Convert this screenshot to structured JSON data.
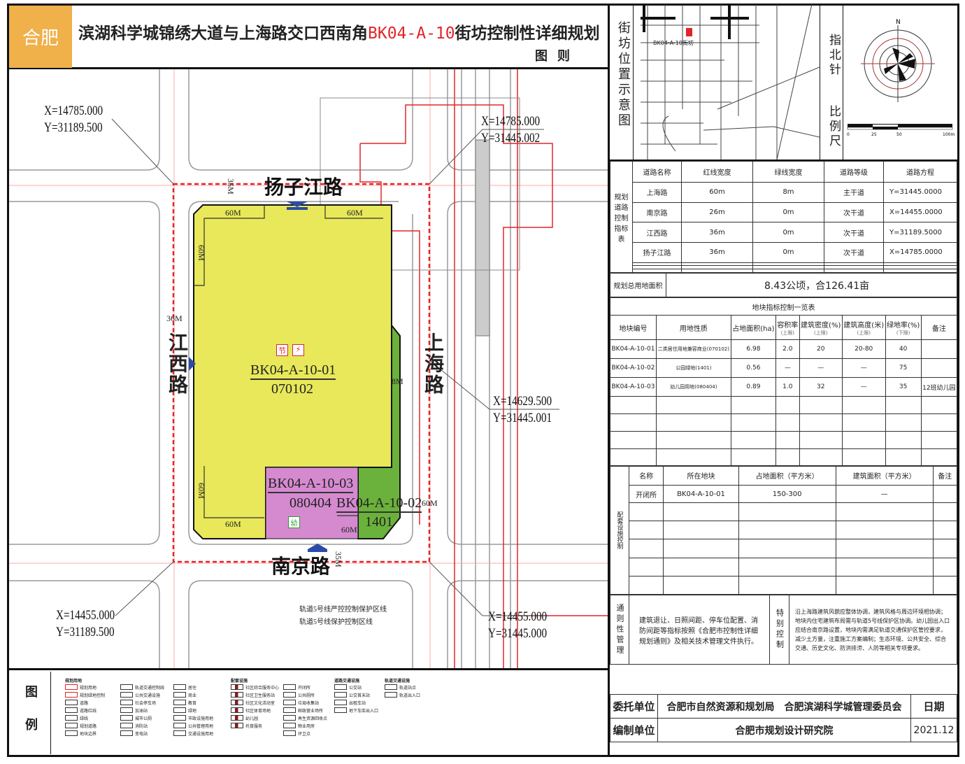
{
  "header": {
    "city": "合肥",
    "title_prefix": "滨湖科学城锦绣大道与上海路交口西南角",
    "title_code": "BK04-A-10",
    "title_suffix": "街坊控制性详细规划",
    "subtitle": "图则"
  },
  "map": {
    "roads": {
      "north": "扬子江路",
      "west": "江西路",
      "east": "上海路",
      "south": "南京路"
    },
    "coordinates": [
      {
        "x": "X=14785.000",
        "y": "Y=31189.500"
      },
      {
        "x": "X=14785.000",
        "y": "Y=31445.002"
      },
      {
        "x": "X=14629.500",
        "y": "Y=31445.001"
      },
      {
        "x": "X=14455.000",
        "y": "Y=31189.500"
      },
      {
        "x": "X=14455.000",
        "y": "Y=31445.000"
      }
    ],
    "plots": [
      {
        "code": "BK04-A-10-01",
        "landuse": "070102",
        "color": "#e8e85a"
      },
      {
        "code": "BK04-A-10-02",
        "landuse": "1401",
        "color": "#6ab23c"
      },
      {
        "code": "BK04-A-10-03",
        "landuse": "080404",
        "color": "#d58ad0"
      }
    ],
    "setbacks": {
      "a": "60M",
      "b": "60M",
      "c": "60M",
      "d": "60M",
      "e": "60M",
      "f": "60M",
      "g": "35M",
      "h": "36M",
      "i": "8M",
      "j": "60M",
      "k": "35M"
    },
    "plot_icons": {
      "a": "节",
      "b": "⚡",
      "c": "幼"
    },
    "rail_notes": [
      "轨道5号线严控控制保护区线",
      "轨道5号线保护控制区线"
    ],
    "colors": {
      "boundary": "#e0262a",
      "road_line": "#9a9a9a",
      "facility_blue": "#2c4aa8"
    }
  },
  "legend": {
    "title_1": "图",
    "title_2": "例",
    "groups": [
      {
        "head": "规划用地",
        "items": [
          "规划用地",
          "规划绿地控制",
          "道路",
          "道路红线",
          "绿线",
          "规划道路",
          "地块边界"
        ]
      },
      {
        "head": "",
        "items": [
          "轨道交通控制线",
          "公共交通设施",
          "社会停车场",
          "加油站",
          "城市公厕",
          "消防站",
          "变电站"
        ]
      },
      {
        "head": "",
        "items": [
          "居住",
          "商业",
          "教育",
          "绿地",
          "市政设施用地",
          "公共管理用地",
          "交通设施用地"
        ]
      },
      {
        "head": "配套设施",
        "items": [
          "社区综合服务中心",
          "社区卫生服务站",
          "社区文化活动室",
          "社区体育场地",
          "幼儿园",
          "托育服务"
        ]
      },
      {
        "head": "",
        "items": [
          "开闭所",
          "公共厕所",
          "垃圾收集站",
          "邮政营业场所",
          "再生资源回收点",
          "物业用房",
          "环卫点"
        ]
      },
      {
        "head": "道路交通设施",
        "items": [
          "公交站",
          "公交首末站",
          "出租车站",
          "地下车库出入口"
        ]
      },
      {
        "head": "轨道交通设施",
        "items": [
          "轨道站点",
          "轨道出入口"
        ]
      }
    ]
  },
  "location_map": {
    "label": "街坊位置示意图",
    "site_label": "BK04-A-10街坊"
  },
  "compass": {
    "label": "指北针",
    "north": "N"
  },
  "scale": {
    "label": "比例尺",
    "ticks": [
      "0",
      "25",
      "50",
      "100m"
    ]
  },
  "road_table": {
    "side_label": "规划道路控制指标表",
    "headers": [
      "道路名称",
      "红线宽度",
      "绿线宽度",
      "道路等级",
      "道路方程"
    ],
    "rows": [
      [
        "上海路",
        "60m",
        "8m",
        "主干道",
        "Y=31445.0000"
      ],
      [
        "南京路",
        "26m",
        "0m",
        "次干道",
        "X=14455.0000"
      ],
      [
        "江西路",
        "36m",
        "0m",
        "次干道",
        "Y=31189.5000"
      ],
      [
        "扬子江路",
        "36m",
        "0m",
        "次干道",
        "X=14785.0000"
      ]
    ]
  },
  "area": {
    "label": "规划总用地面积",
    "value": "8.43公顷，合126.41亩"
  },
  "block_table": {
    "title": "地块指标控制一览表",
    "headers": [
      [
        "地块编号",
        ""
      ],
      [
        "用地性质",
        ""
      ],
      [
        "占地面积(ha)",
        ""
      ],
      [
        "容积率",
        "(上限)"
      ],
      [
        "建筑密度(%)",
        "(上限)"
      ],
      [
        "建筑高度(米)",
        "(上限)"
      ],
      [
        "绿地率(%)",
        "(下限)"
      ],
      [
        "备注",
        ""
      ]
    ],
    "rows": [
      [
        "BK04-A-10-01",
        "二类居住用地兼容商业(070102)",
        "6.98",
        "2.0",
        "20",
        "20-80",
        "40",
        ""
      ],
      [
        "BK04-A-10-02",
        "公园绿地(1401)",
        "0.56",
        "—",
        "—",
        "—",
        "75",
        ""
      ],
      [
        "BK04-A-10-03",
        "幼儿园用地(080404)",
        "0.89",
        "1.0",
        "32",
        "—",
        "35",
        "12班幼儿园"
      ]
    ]
  },
  "facility_table": {
    "side_label": "配套设施控制",
    "headers": [
      "名称",
      "所在地块",
      "占地面积（平方米）",
      "建筑面积（平方米）",
      "备注"
    ],
    "rows": [
      [
        "开闭所",
        "BK04-A-10-01",
        "150-300",
        "—",
        ""
      ]
    ]
  },
  "guidance": {
    "label": "通则性管理",
    "text": "建筑退让、日照间距、停车位配置、消防间距等指标按照《合肥市控制性详细规划通则》及相关技术管理文件执行。",
    "special_label": "特别控制",
    "special_text": "沿上海路建筑风貌应整体协调，建筑风格与周边环境相协调；地块内住宅建筑布局需与轨道5号线保护区协调。幼儿园出入口应结合南京路设置，地块内需满足轨道交通保护区管控要求，减少土方量，注重施工方案编制；生态环境、公共安全、综合交通、历史文化、防洪排涝、人防等相关专项要求。"
  },
  "footer": {
    "client_label": "委托单位",
    "client": "合肥市自然资源和规划局　合肥滨湖科学城管理委员会",
    "date_label": "日期",
    "author_label": "编制单位",
    "author": "合肥市规划设计研究院",
    "date": "2021.12"
  }
}
